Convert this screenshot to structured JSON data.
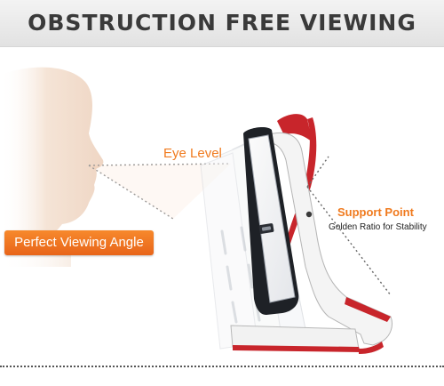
{
  "banner": {
    "title": "OBSTRUCTION FREE VIEWING"
  },
  "labels": {
    "eye_level": "Eye Level",
    "viewing_angle": "Perfect Viewing Angle",
    "support_title": "Support Point",
    "support_subtitle": "Golden Ratio for Stability"
  },
  "colors": {
    "accent_orange": "#f07a1e",
    "case_red": "#c8252b",
    "face_skin": "#f3dfcf",
    "banner_bg": "#e8e8e8",
    "title_text": "#3a3a3a"
  },
  "icons": [
    "face-silhouette",
    "phone-stand",
    "support-point-dot"
  ]
}
